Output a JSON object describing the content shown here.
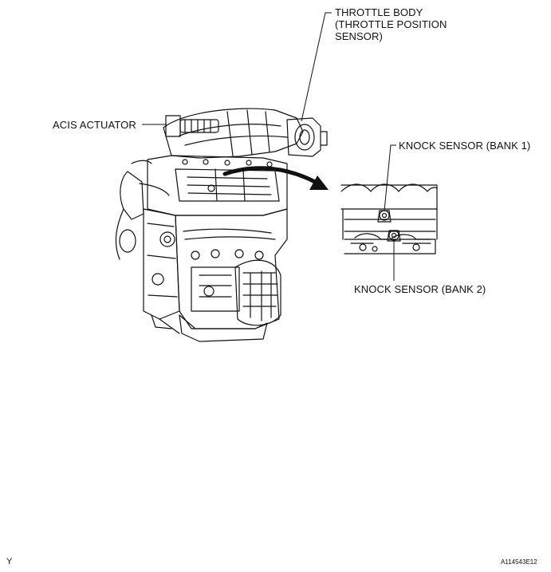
{
  "labels": {
    "throttle_body": [
      "THROTTLE BODY",
      "(THROTTLE POSITION",
      "SENSOR)"
    ],
    "acis_actuator": "ACIS ACTUATOR",
    "knock_sensor_bank1": "KNOCK SENSOR (BANK 1)",
    "knock_sensor_bank2": "KNOCK SENSOR (BANK 2)"
  },
  "footer": {
    "corner_mark": "Y",
    "figure_code": "A114543E12"
  },
  "colors": {
    "ink": "#111111",
    "paper": "#ffffff"
  }
}
